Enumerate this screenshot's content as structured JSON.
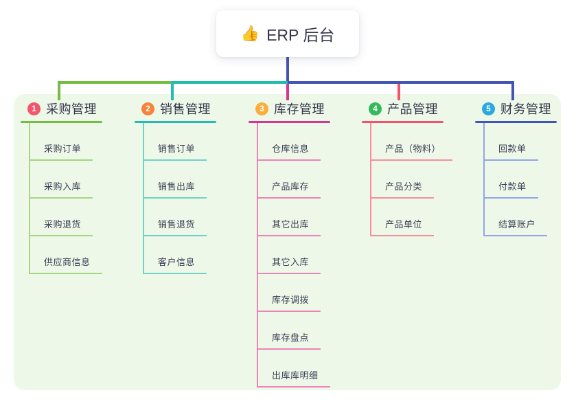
{
  "root": {
    "emoji": "👍",
    "label": "ERP 后台"
  },
  "colors": {
    "panel_background": "#edf8e9",
    "trunk_connector": "#4254b5",
    "text": "#36364a"
  },
  "branches": [
    {
      "badge": "1",
      "title": "采购管理",
      "badge_color": "#f2566b",
      "line_color": "#74bd43",
      "child_line_color": "#a6d67e",
      "children": [
        "采购订单",
        "采购入库",
        "采购退货",
        "供应商信息"
      ]
    },
    {
      "badge": "2",
      "title": "销售管理",
      "badge_color": "#f6823c",
      "line_color": "#23bcae",
      "child_line_color": "#70d2c7",
      "children": [
        "销售订单",
        "销售出库",
        "销售退货",
        "客户信息"
      ]
    },
    {
      "badge": "3",
      "title": "库存管理",
      "badge_color": "#fbae3c",
      "line_color": "#d5368f",
      "child_line_color": "#ef82b8",
      "children": [
        "仓库信息",
        "产品库存",
        "其它出库",
        "其它入库",
        "库存调拨",
        "库存盘点",
        "出库库明细"
      ]
    },
    {
      "badge": "4",
      "title": "产品管理",
      "badge_color": "#35b95d",
      "line_color": "#f4516c",
      "child_line_color": "#f88e9b",
      "children": [
        "产品（物料）",
        "产品分类",
        "产品单位"
      ]
    },
    {
      "badge": "5",
      "title": "财务管理",
      "badge_color": "#2ba9dd",
      "line_color": "#4254b5",
      "child_line_color": "#93a5e6",
      "children": [
        "回款单",
        "付款单",
        "结算账户"
      ]
    }
  ]
}
